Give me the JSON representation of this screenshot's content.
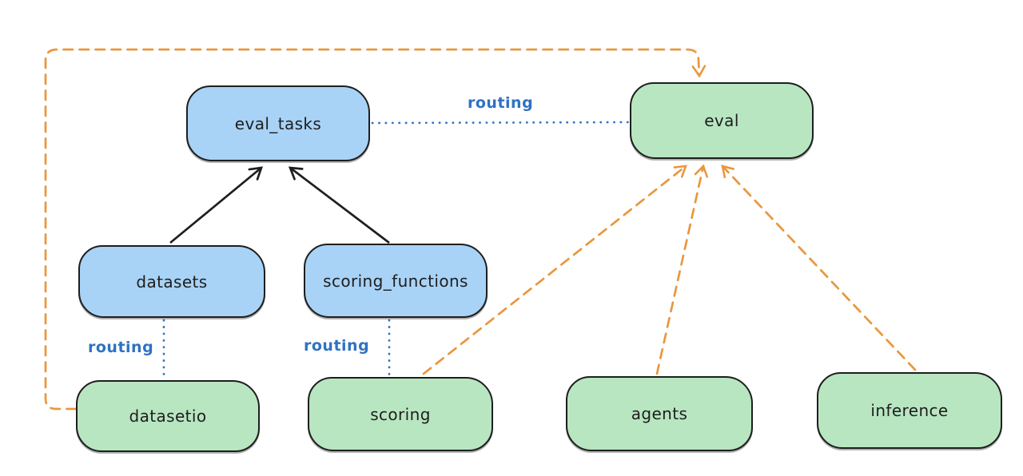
{
  "diagram": {
    "nodes": {
      "eval_tasks": {
        "label": "eval_tasks",
        "kind": "registry",
        "fill": "#a8d3f6"
      },
      "eval": {
        "label": "eval",
        "kind": "provider",
        "fill": "#b8e6c1"
      },
      "datasets": {
        "label": "datasets",
        "kind": "registry",
        "fill": "#a8d3f6"
      },
      "scoring_functions": {
        "label": "scoring_functions",
        "kind": "registry",
        "fill": "#a8d3f6"
      },
      "datasetio": {
        "label": "datasetio",
        "kind": "provider",
        "fill": "#b8e6c1"
      },
      "scoring": {
        "label": "scoring",
        "kind": "provider",
        "fill": "#b8e6c1"
      },
      "agents": {
        "label": "agents",
        "kind": "provider",
        "fill": "#b8e6c1"
      },
      "inference": {
        "label": "inference",
        "kind": "provider",
        "fill": "#b8e6c1"
      }
    },
    "edges": [
      {
        "from": "datasets",
        "to": "eval_tasks",
        "style": "solid",
        "color": "black",
        "arrow": true
      },
      {
        "from": "scoring_functions",
        "to": "eval_tasks",
        "style": "solid",
        "color": "black",
        "arrow": true
      },
      {
        "from": "eval_tasks",
        "to": "eval",
        "style": "dotted",
        "color": "blue",
        "arrow": false,
        "label": "routing"
      },
      {
        "from": "datasets",
        "to": "datasetio",
        "style": "dotted",
        "color": "blue",
        "arrow": false,
        "label": "routing"
      },
      {
        "from": "scoring_functions",
        "to": "scoring",
        "style": "dotted",
        "color": "blue",
        "arrow": false,
        "label": "routing"
      },
      {
        "from": "datasetio",
        "to": "eval",
        "style": "dashed",
        "color": "orange",
        "arrow": true
      },
      {
        "from": "scoring",
        "to": "eval",
        "style": "dashed",
        "color": "orange",
        "arrow": true
      },
      {
        "from": "agents",
        "to": "eval",
        "style": "dashed",
        "color": "orange",
        "arrow": true
      },
      {
        "from": "inference",
        "to": "eval",
        "style": "dashed",
        "color": "orange",
        "arrow": true
      }
    ],
    "colors": {
      "ink": "#1e1e1e",
      "node_blue": "#a8d3f6",
      "node_green": "#b8e6c1",
      "routing_blue": "#2f72c2",
      "orange": "#e9973d",
      "background": "#ffffff"
    }
  }
}
